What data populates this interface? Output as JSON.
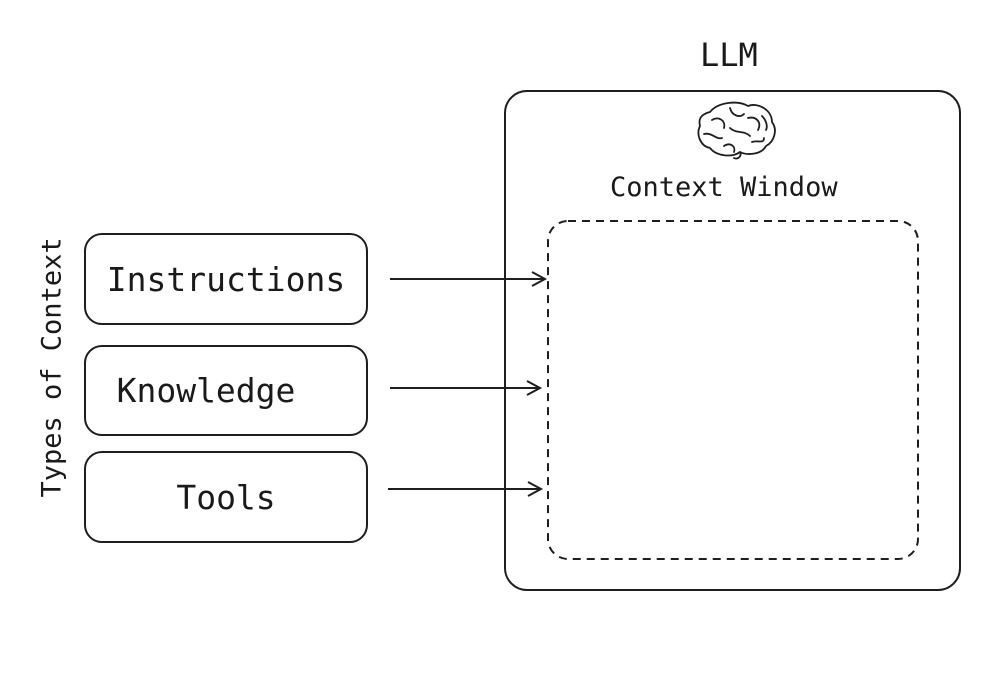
{
  "llm": {
    "title": "LLM",
    "brain_icon": "brain-icon",
    "context_window_label": "Context Window"
  },
  "context_types": {
    "title": "Types of Context",
    "items": [
      {
        "label": "Instructions"
      },
      {
        "label": "Knowledge"
      },
      {
        "label": "Tools"
      }
    ]
  },
  "colors": {
    "stroke": "#1e1e1e",
    "background": "#ffffff"
  }
}
